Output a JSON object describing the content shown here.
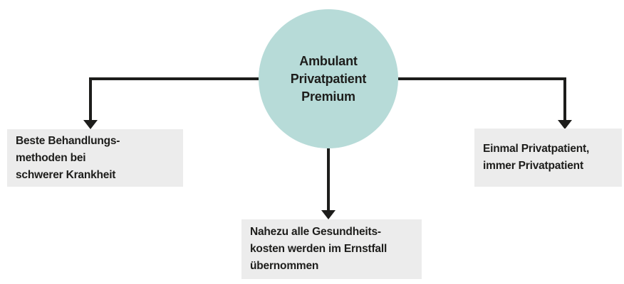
{
  "colors": {
    "background": "#ffffff",
    "circle-fill": "#b7dbd8",
    "box-fill": "#ececec",
    "text": "#1d1d1b",
    "arrow": "#1d1d1b"
  },
  "diagram": {
    "center": {
      "label": "Ambulant\nPrivatpatient\nPremium"
    },
    "branches": [
      {
        "position": "left",
        "label": "Beste Behandlungs-\nmethoden bei\nschwerer Krankheit"
      },
      {
        "position": "bottom",
        "label": "Nahezu alle Gesundheits-\nkosten werden im Ernstfall\nübernommen"
      },
      {
        "position": "right",
        "label": "Einmal Privatpatient,\nimmer Privatpatient"
      }
    ]
  }
}
